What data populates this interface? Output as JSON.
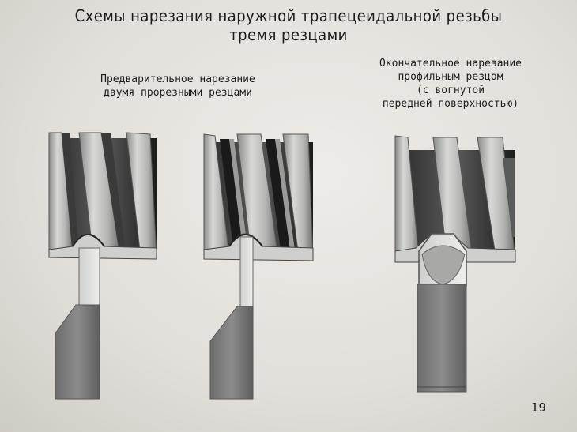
{
  "title": {
    "line1": "Схемы нарезания наружной трапецеидальной резьбы",
    "line2": "тремя резцами"
  },
  "captions": {
    "left": {
      "line1": "Предварительное нарезание",
      "line2": "двумя прорезными резцами"
    },
    "right": {
      "line1": "Окончательное нарезание",
      "line2": "профильным резцом",
      "line3": "(с вогнутой",
      "line4": "передней поверхностью)"
    }
  },
  "page_number": "19"
}
